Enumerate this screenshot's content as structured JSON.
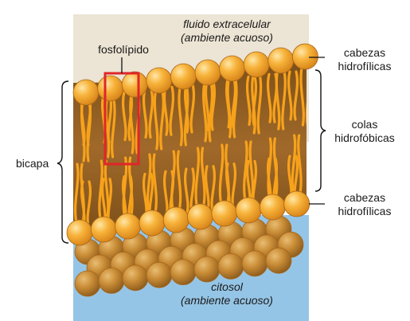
{
  "labels": {
    "extracellular_line1": "fluido extracelular",
    "extracellular_line2": "(ambiente acuoso)",
    "phospholipid": "fosfolípido",
    "heads_top_line1": "cabezas",
    "heads_top_line2": "hidrofílicas",
    "tails_line1": "colas",
    "tails_line2": "hidrofóbicas",
    "bilayer": "bicapa",
    "heads_bottom_line1": "cabezas",
    "heads_bottom_line2": "hidrofílicas",
    "cytosol_line1": "citosol",
    "cytosol_line2": "(ambiente acuoso)"
  },
  "colors": {
    "extracellular_fluid": "#ECE4D4",
    "cytosol": "#95C5E6",
    "head_orange": "#F5A623",
    "head_shadow_brown": "#B97A2C",
    "tails": "#F7A21B",
    "interior": "#8A5A1E",
    "highlight_box": "#E0262A"
  }
}
